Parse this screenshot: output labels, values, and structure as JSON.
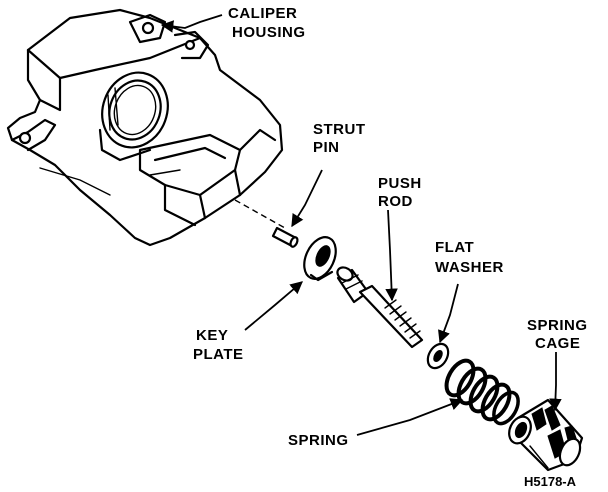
{
  "labels": {
    "caliper_housing": [
      "CALIPER",
      "HOUSING"
    ],
    "strut_pin": [
      "STRUT",
      "PIN"
    ],
    "push_rod": [
      "PUSH",
      "ROD"
    ],
    "flat_washer": [
      "FLAT",
      "WASHER"
    ],
    "key_plate": [
      "KEY",
      "PLATE"
    ],
    "spring_cage": [
      "SPRING",
      "CAGE"
    ],
    "spring": "SPRING"
  },
  "figure_code": "H5178-A"
}
